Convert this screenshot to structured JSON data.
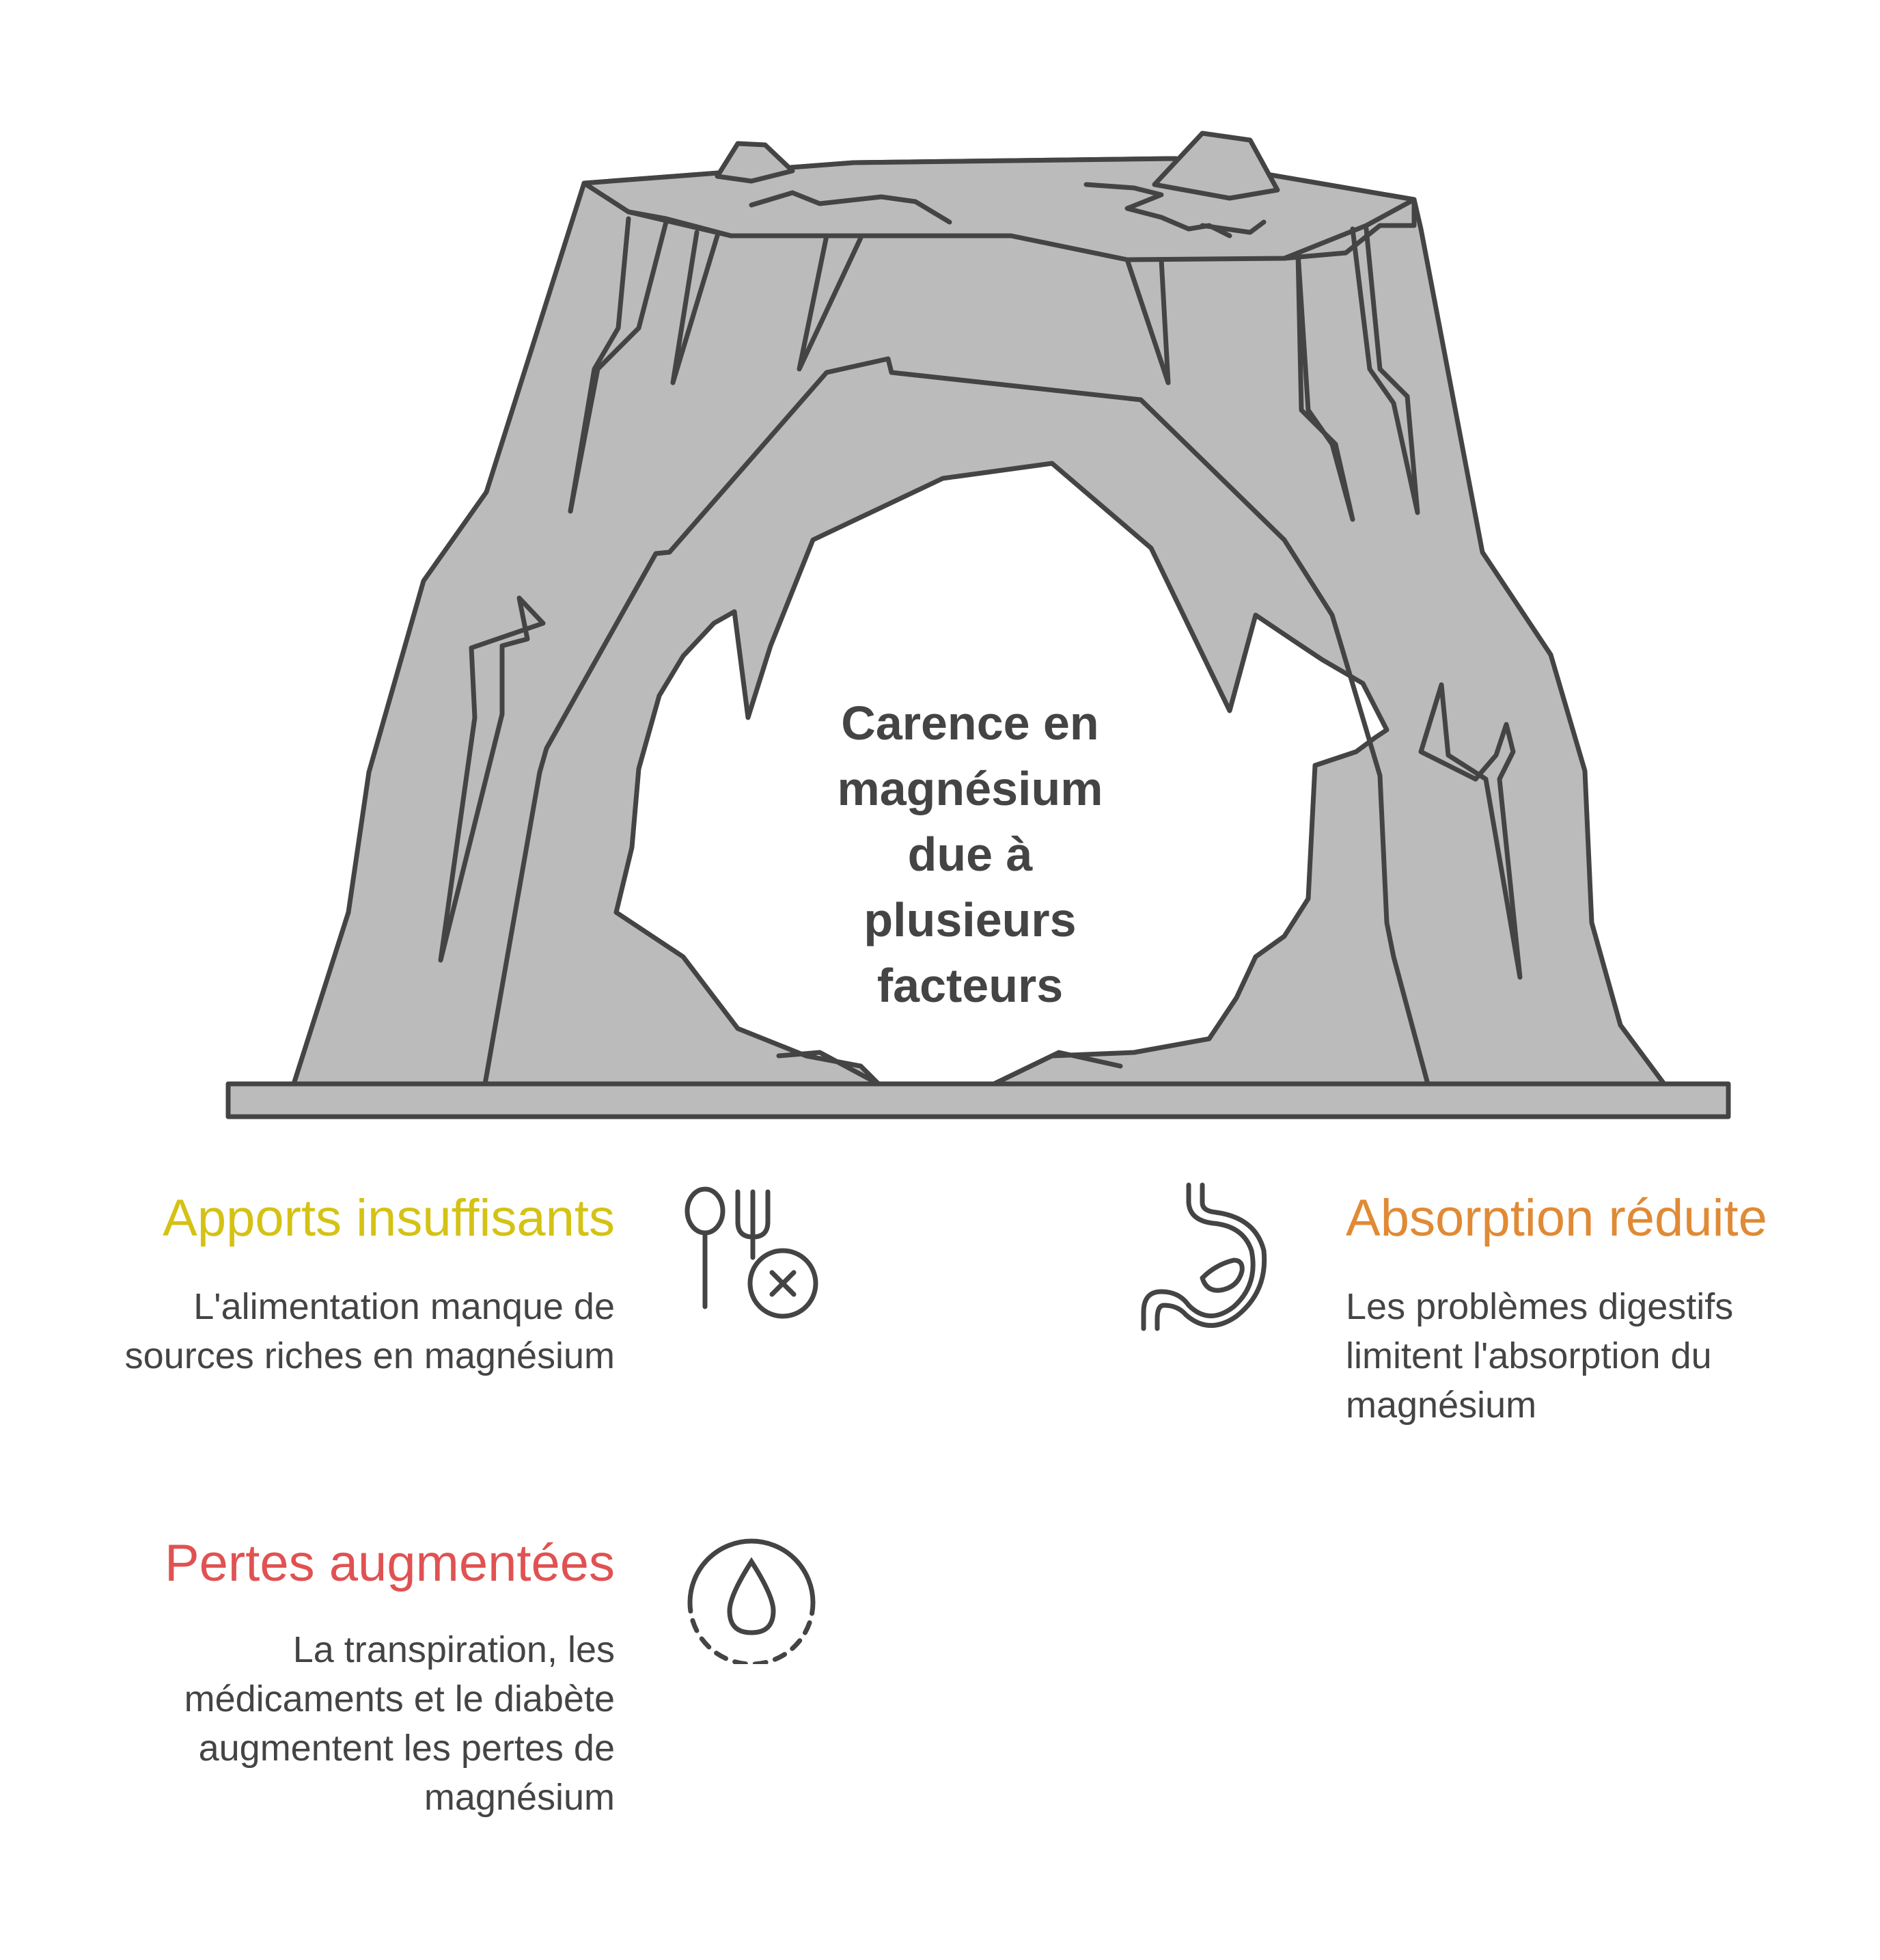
{
  "center_title_lines": [
    "Carence en",
    "magnésium",
    "due à",
    "plusieurs",
    "facteurs"
  ],
  "factors": [
    {
      "id": "apports",
      "title": "Apports insuffisants",
      "title_color": "#d4c214",
      "description_lines": [
        "L'alimentation manque de",
        "sources riches en magnésium"
      ],
      "icon": "no-food-icon"
    },
    {
      "id": "absorption",
      "title": "Absorption réduite",
      "title_color": "#e08a35",
      "description_lines": [
        "Les problèmes digestifs",
        "limitent l'absorption du",
        "magnésium"
      ],
      "icon": "stomach-icon"
    },
    {
      "id": "pertes",
      "title": "Pertes augmentées",
      "title_color": "#e05252",
      "description_lines": [
        "La transpiration, les",
        "médicaments et le diabète",
        "augmentent les pertes de",
        "magnésium"
      ],
      "icon": "water-drop-icon"
    }
  ],
  "colors": {
    "rock_fill": "#bbbbbb",
    "outline": "#444444",
    "background": "#ffffff"
  }
}
